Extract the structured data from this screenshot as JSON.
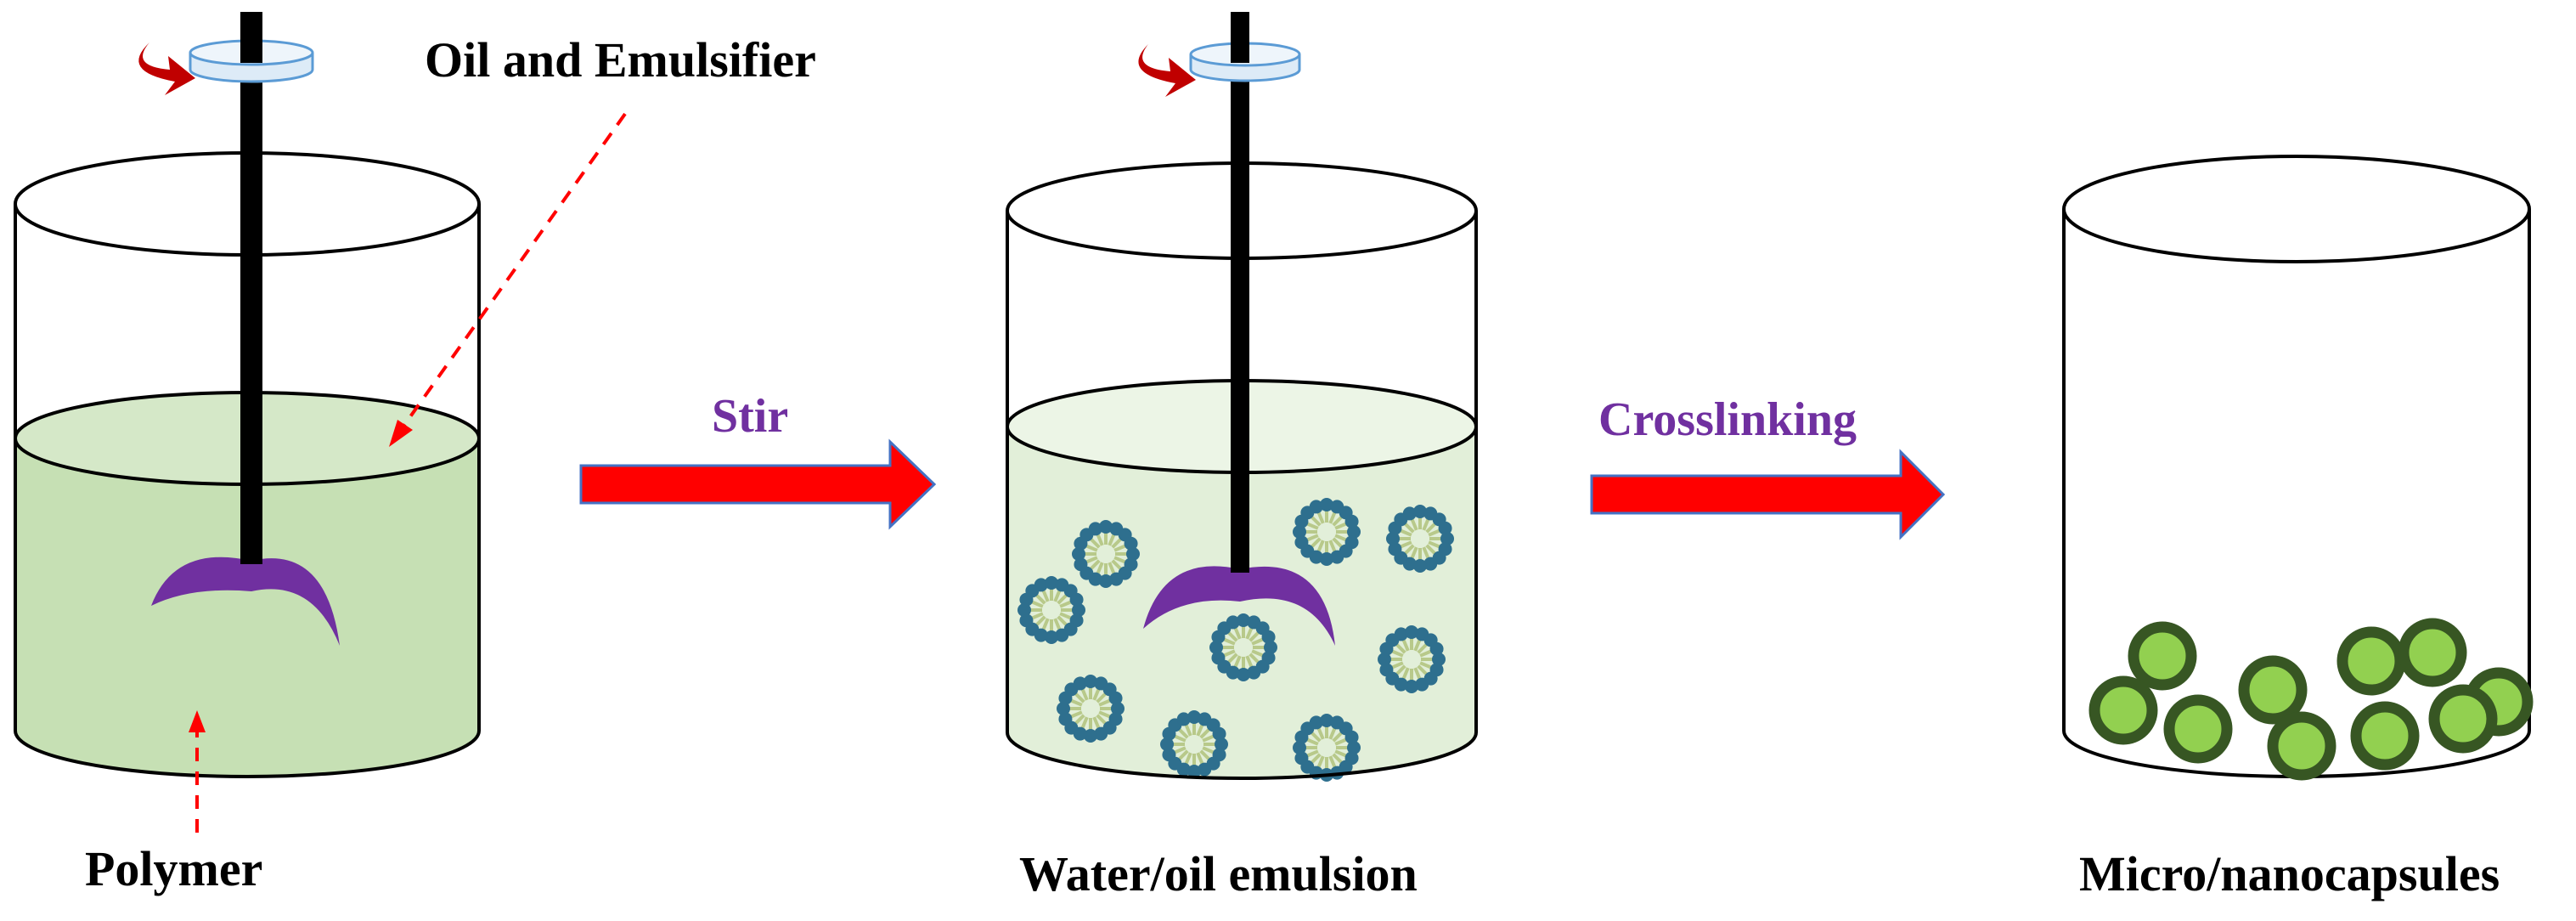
{
  "labels": {
    "oil_emulsifier": "Oil and Emulsifier",
    "polymer": "Polymer",
    "stir": "Stir",
    "water_oil_emulsion": "Water/oil emulsion",
    "crosslinking": "Crosslinking",
    "micro_nanocapsules": "Micro/nanocapsules"
  },
  "colors": {
    "outline": "#000000",
    "polymer_liquid": "#c6e0b4",
    "emulsion_liquid": "#e2efd9",
    "liquid_surface_polymer": "#d5e8c8",
    "liquid_surface_emulsion": "#ecf5e6",
    "impeller": "#7030a0",
    "rotation_arrow": "#c00000",
    "pointer_arrow": "#ff0000",
    "process_arrow_fill": "#ff0000",
    "process_arrow_stroke": "#4472c4",
    "process_label": "#7030a0",
    "capsule_fill": "#92d050",
    "capsule_stroke": "#375623",
    "micelle_head": "#2e6f8e",
    "micelle_tail": "#b8c98a",
    "cap_fill": "#ddebf7",
    "cap_stroke": "#5b9bd5"
  }
}
